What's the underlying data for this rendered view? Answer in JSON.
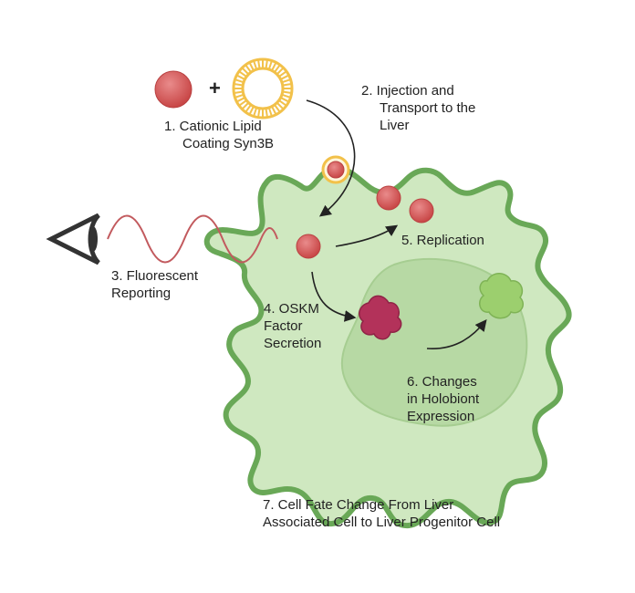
{
  "colors": {
    "cell_fill": "#cfe8c0",
    "cell_outline": "#69a857",
    "nucleus_fill": "#b7d9a4",
    "particle": "#d45a5a",
    "lipid": "#f2c14a",
    "oskm": "#b3325a",
    "holobiont": "#9ccf6e",
    "wave": "#c25a5e",
    "arrow": "#222222"
  },
  "icons": {
    "eye": "eye-icon",
    "oskm_factor": "oskm-protein-icon",
    "holobiont": "holobiont-protein-icon"
  },
  "labels": {
    "plus": "+",
    "step1": [
      "1.  Cationic Lipid",
      "Coating Syn3B"
    ],
    "step2": [
      "2. Injection and",
      "Transport to the",
      "Liver"
    ],
    "step3": [
      "3. Fluorescent",
      "Reporting"
    ],
    "step4": [
      "4. OSKM",
      "Factor",
      "Secretion"
    ],
    "step5": [
      "5. Replication"
    ],
    "step6": [
      "6. Changes",
      "in Holobiont",
      "Expression"
    ],
    "step7": [
      "7. Cell Fate Change From Liver",
      "Associated Cell to Liver Progenitor Cell"
    ]
  }
}
